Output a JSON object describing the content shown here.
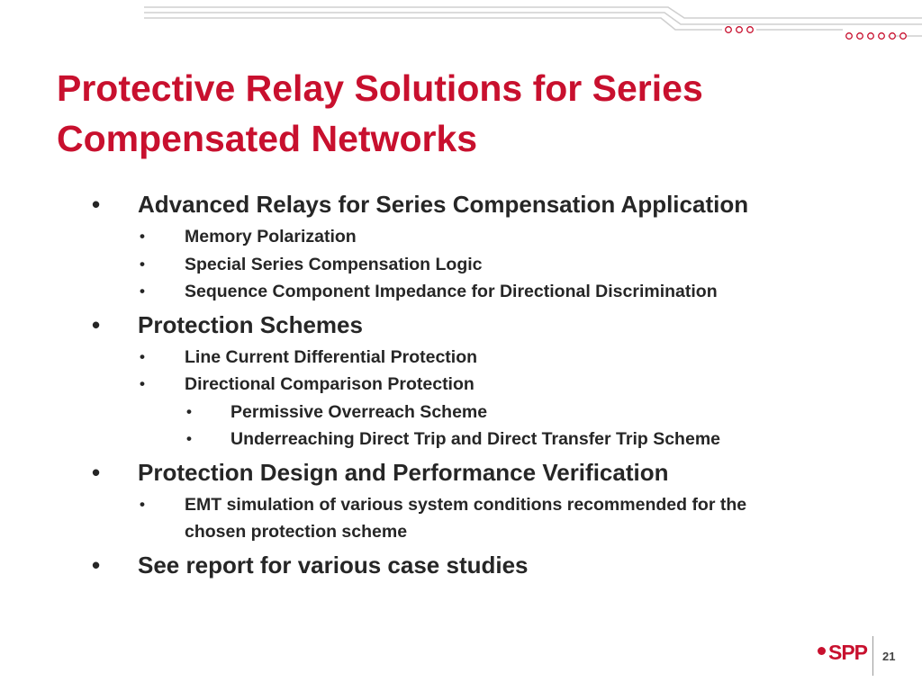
{
  "title": "Protective Relay Solutions for Series Compensated Networks",
  "bullet_char": "•",
  "bullets": [
    {
      "text": "Advanced Relays for Series Compensation Application",
      "children": [
        {
          "text": "Memory Polarization"
        },
        {
          "text": "Special Series Compensation Logic"
        },
        {
          "text": "Sequence Component Impedance for Directional Discrimination"
        }
      ]
    },
    {
      "text": "Protection Schemes",
      "children": [
        {
          "text": "Line Current Differential Protection"
        },
        {
          "text": "Directional Comparison Protection",
          "children": [
            {
              "text": "Permissive Overreach Scheme"
            },
            {
              "text": "Underreaching Direct Trip and Direct Transfer Trip Scheme"
            }
          ]
        }
      ]
    },
    {
      "text": "Protection Design and Performance Verification",
      "children": [
        {
          "text": "EMT simulation of various system conditions recommended for the chosen protection scheme"
        }
      ]
    },
    {
      "text": "See report for various case studies"
    }
  ],
  "footer": {
    "logo_text": "SPP",
    "slide_number": "21"
  },
  "colors": {
    "title": "#c8102e",
    "body_text": "#262626",
    "brand": "#c8102e",
    "decoration_line": "#c8c8c8"
  },
  "icons": {
    "header_decoration": "circuit-line-decoration",
    "logo": "spp-logo"
  }
}
